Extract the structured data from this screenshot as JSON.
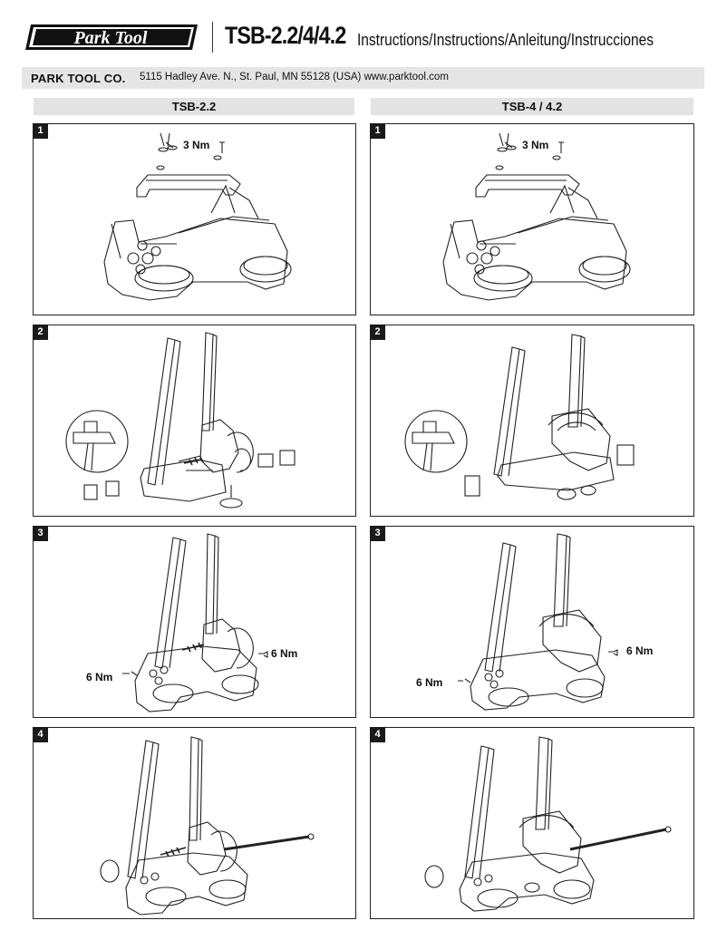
{
  "header": {
    "brand": "Park Tool",
    "model": "TSB-2.2/4/4.2",
    "instructions": "Instructions/Instructions/Anleitung/Instrucciones"
  },
  "company": {
    "name": "PARK TOOL CO.",
    "address": "5115 Hadley Ave. N., St. Paul, MN 55128 (USA)  www.parktool.com"
  },
  "columns": {
    "left": "TSB-2.2",
    "right": "TSB-4 / 4.2"
  },
  "steps": {
    "s1": "1",
    "s2": "2",
    "s3": "3",
    "s4": "4"
  },
  "torque": {
    "step1": "3 Nm",
    "step3_right": "6 Nm",
    "step3_left": "6 Nm"
  }
}
